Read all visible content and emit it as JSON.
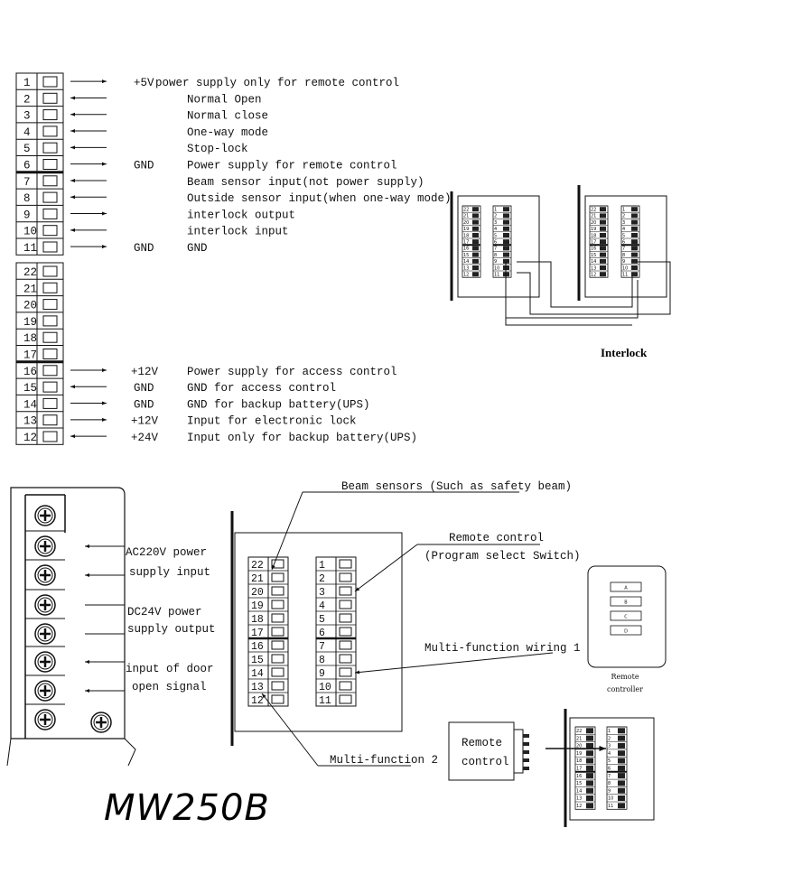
{
  "top_terminals": [
    {
      "num": "1",
      "dir": "out",
      "prefix": "+5V",
      "desc": "power supply only for remote control"
    },
    {
      "num": "2",
      "dir": "in",
      "prefix": "",
      "desc": "Normal Open"
    },
    {
      "num": "3",
      "dir": "in",
      "prefix": "",
      "desc": "Normal close"
    },
    {
      "num": "4",
      "dir": "in",
      "prefix": "",
      "desc": "One-way mode"
    },
    {
      "num": "5",
      "dir": "in",
      "prefix": "",
      "desc": "Stop-lock"
    },
    {
      "num": "6",
      "dir": "out",
      "prefix": "GND",
      "desc": "Power supply for remote control"
    },
    {
      "num": "7",
      "dir": "in",
      "prefix": "",
      "desc": "Beam sensor input(not power supply)"
    },
    {
      "num": "8",
      "dir": "in",
      "prefix": "",
      "desc": "Outside sensor input(when one-way mode)"
    },
    {
      "num": "9",
      "dir": "out",
      "prefix": "",
      "desc": "interlock output"
    },
    {
      "num": "10",
      "dir": "in",
      "prefix": "",
      "desc": "interlock input"
    },
    {
      "num": "11",
      "dir": "out",
      "prefix": "GND",
      "desc": "GND"
    }
  ],
  "bottom_terminals": [
    {
      "num": "22",
      "dir": "none",
      "prefix": "",
      "desc": ""
    },
    {
      "num": "21",
      "dir": "none",
      "prefix": "",
      "desc": ""
    },
    {
      "num": "20",
      "dir": "none",
      "prefix": "",
      "desc": ""
    },
    {
      "num": "19",
      "dir": "none",
      "prefix": "",
      "desc": ""
    },
    {
      "num": "18",
      "dir": "none",
      "prefix": "",
      "desc": ""
    },
    {
      "num": "17",
      "dir": "none",
      "prefix": "",
      "desc": ""
    },
    {
      "num": "16",
      "dir": "out",
      "prefix": "+12V",
      "desc": "Power supply for access control"
    },
    {
      "num": "15",
      "dir": "in",
      "prefix": "GND",
      "desc": "GND for access control"
    },
    {
      "num": "14",
      "dir": "out",
      "prefix": "GND",
      "desc": "GND for backup battery(UPS)"
    },
    {
      "num": "13",
      "dir": "out",
      "prefix": "+12V",
      "desc": "Input for electronic lock"
    },
    {
      "num": "12",
      "dir": "in",
      "prefix": "+24V",
      "desc": "Input only for backup battery(UPS)"
    }
  ],
  "interlock_label": "Interlock",
  "power_block": {
    "labels": [
      "AC220V power",
      "supply input",
      "DC24V power",
      "supply output",
      "input of door",
      "open signal"
    ]
  },
  "model_name": "MW250B",
  "center_board": {
    "left_nums": [
      "22",
      "21",
      "20",
      "19",
      "18",
      "17",
      "16",
      "15",
      "14",
      "13",
      "12"
    ],
    "right_nums": [
      "1",
      "2",
      "3",
      "4",
      "5",
      "6",
      "7",
      "8",
      "9",
      "10",
      "11"
    ],
    "callouts": {
      "beam": "Beam sensors (Such as safety beam)",
      "remote": "Remote control",
      "remote_sub": "(Program select Switch)",
      "multi1": "Multi-function wiring 1",
      "multi2": "Multi-function 2"
    }
  },
  "remote_panel": {
    "buttons": [
      "A",
      "B",
      "C",
      "D"
    ],
    "caption_line1": "Remote",
    "caption_line2": "controller"
  },
  "remote_box": {
    "line1": "Remote",
    "line2": "control"
  },
  "mini_board_nums": [
    "22",
    "21",
    "20",
    "19",
    "18",
    "17",
    "16",
    "15",
    "14",
    "13",
    "12",
    "1",
    "2",
    "3",
    "4",
    "5",
    "6",
    "7",
    "8",
    "9",
    "10",
    "11"
  ]
}
